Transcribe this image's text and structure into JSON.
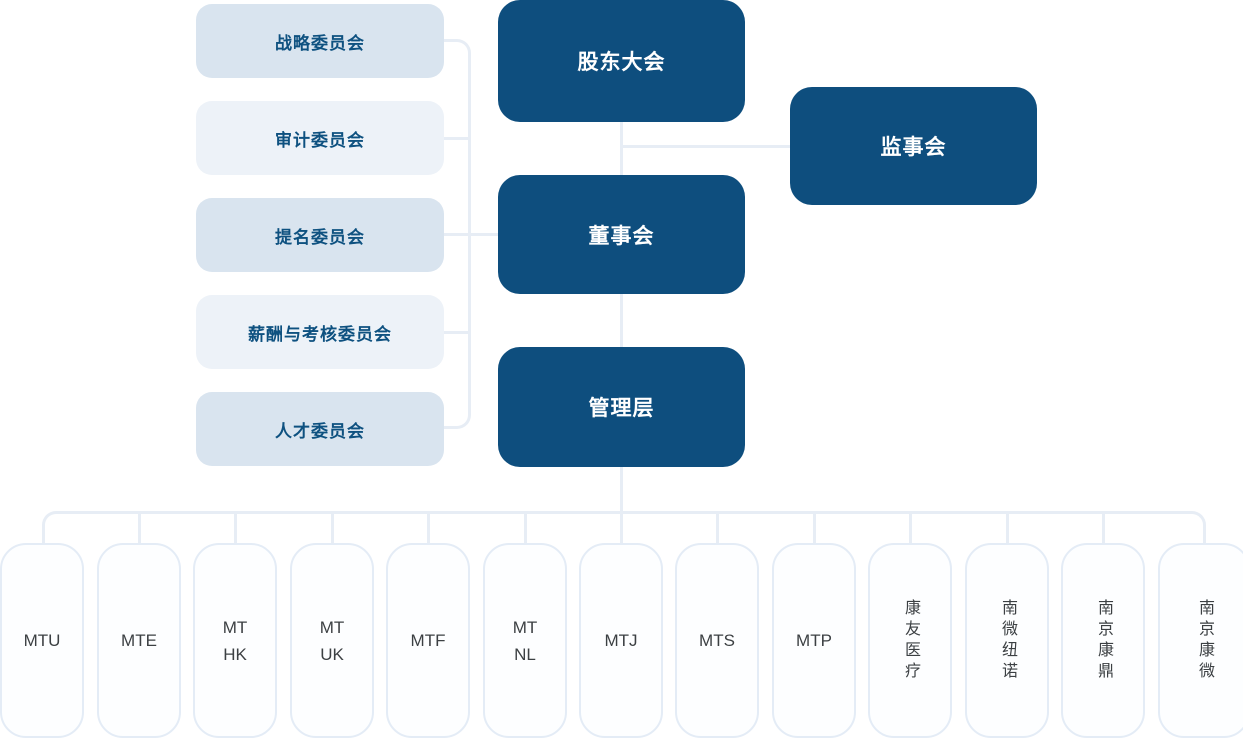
{
  "colors": {
    "primary": "#0E4E7E",
    "tintStrong": "#D9E4EF",
    "tintSoft": "#EDF2F8",
    "committeeText": "#0E5180",
    "line": "#E7EDF5",
    "nodeBorder": "#E4ECF6",
    "nodeBg": "#FDFEFF",
    "nodeText": "#3C4043",
    "background": "#FFFFFF"
  },
  "governance": {
    "shareholders": {
      "label": "股东大会"
    },
    "supervisory": {
      "label": "监事会"
    },
    "board": {
      "label": "董事会"
    },
    "management": {
      "label": "管理层"
    }
  },
  "committees": [
    {
      "label": "战略委员会"
    },
    {
      "label": "审计委员会"
    },
    {
      "label": "提名委员会"
    },
    {
      "label": "薪酬与考核委员会"
    },
    {
      "label": "人才委员会"
    }
  ],
  "subsidiaries": [
    {
      "label": "MTU",
      "orientation": "horizontal"
    },
    {
      "label": "MTE",
      "orientation": "horizontal"
    },
    {
      "label": "MT HK",
      "orientation": "horizontal"
    },
    {
      "label": "MT UK",
      "orientation": "horizontal"
    },
    {
      "label": "MTF",
      "orientation": "horizontal"
    },
    {
      "label": "MT NL",
      "orientation": "horizontal"
    },
    {
      "label": "MTJ",
      "orientation": "horizontal"
    },
    {
      "label": "MTS",
      "orientation": "horizontal"
    },
    {
      "label": "MTP",
      "orientation": "horizontal"
    },
    {
      "label": "康友医疗",
      "orientation": "vertical"
    },
    {
      "label": "南微纽诺",
      "orientation": "vertical"
    },
    {
      "label": "南京康鼎",
      "orientation": "vertical"
    },
    {
      "label": "南京康微",
      "orientation": "vertical"
    }
  ]
}
